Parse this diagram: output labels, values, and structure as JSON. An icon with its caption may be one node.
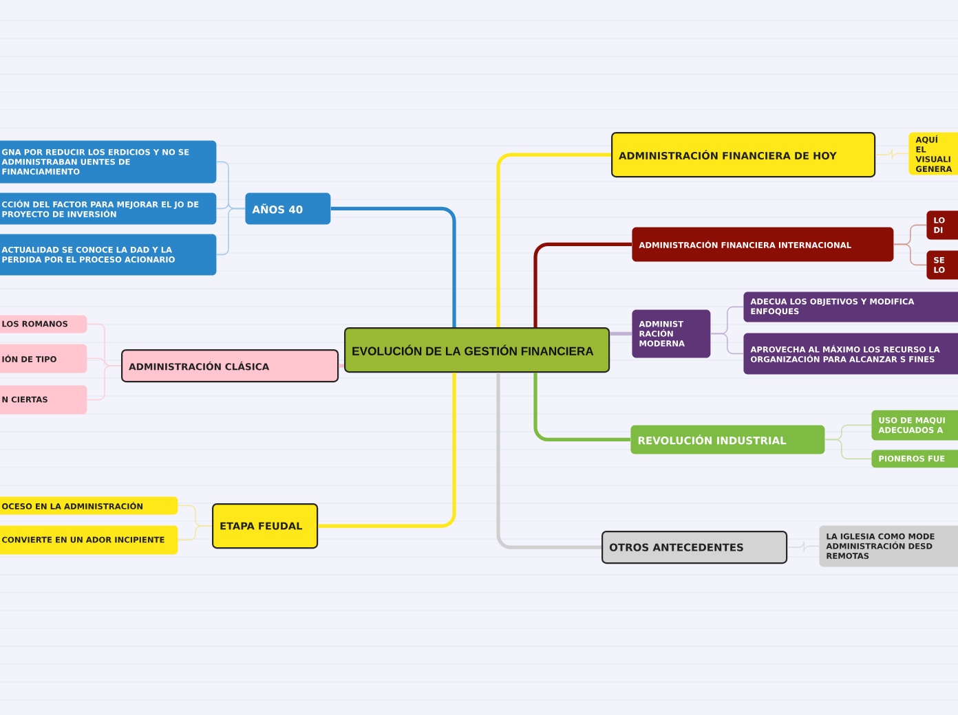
{
  "diagram": {
    "nodes": [
      {
        "text": [
          "EVOLUCIÓN DE LA GESTIÓN FINANCIERA"
        ]
      },
      {
        "text": [
          "AÑOS 40"
        ]
      },
      {
        "text": [
          "GNA POR REDUCIR LOS ERDICIOS Y NO SE ADMINISTRABAN UENTES DE FINANCIAMIENTO"
        ]
      },
      {
        "text": [
          "CCIÓN DEL FACTOR PARA MEJORAR EL JO DE PROYECTO DE INVERSIÓN"
        ]
      },
      {
        "text": [
          "ACTUALIDAD SE CONOCE LA DAD Y LA PERDIDA POR EL PROCESO ACIONARIO"
        ]
      },
      {
        "text": [
          "ADMINISTRACIÓN CLÁSICA"
        ]
      },
      {
        "text": [
          "LOS ROMANOS"
        ]
      },
      {
        "text": [
          "IÓN DE TIPO"
        ]
      },
      {
        "text": [
          "N CIERTAS"
        ]
      },
      {
        "text": [
          "ETAPA FEUDAL"
        ]
      },
      {
        "text": [
          "OCESO EN LA ADMINISTRACIÓN"
        ]
      },
      {
        "text": [
          "CONVIERTE EN UN ADOR INCIPIENTE"
        ]
      },
      {
        "text": [
          "ADMINISTRACIÓN FINANCIERA DE HOY"
        ]
      },
      {
        "text": [
          "AQUÍ EL VISUALI GENERA"
        ]
      },
      {
        "text": [
          "ADMINISTRACIÓN FINANCIERA INTERNACIONAL"
        ]
      },
      {
        "text": [
          "LO DI"
        ]
      },
      {
        "text": [
          "SE LO"
        ]
      },
      {
        "text": [
          "ADMINIST RACIÓN MODERNA"
        ]
      },
      {
        "text": [
          "ADECUA LOS OBJETIVOS Y MODIFICA ENFOQUES"
        ]
      },
      {
        "text": [
          "APROVECHA AL MÁXIMO LOS RECURSO LA ORGANIZACIÓN PARA ALCANZAR S FINES"
        ]
      },
      {
        "text": [
          "REVOLUCIÓN INDUSTRIAL"
        ]
      },
      {
        "text": [
          "USO DE MAQUI ADECUADOS A"
        ]
      },
      {
        "text": [
          "PIONEROS FUE"
        ]
      },
      {
        "text": [
          "OTROS ANTECEDENTES"
        ]
      },
      {
        "text": [
          "LA IGLESIA COMO MODE ADMINISTRACIÓN DESD REMOTAS"
        ]
      }
    ],
    "edges": [
      {
        "from": 0,
        "to": 1,
        "arrow": "none",
        "style": "thick",
        "color": "#2a86c8"
      },
      {
        "from": 1,
        "to": 2,
        "arrow": "none",
        "color": "#a9cbe8"
      },
      {
        "from": 1,
        "to": 3,
        "arrow": "none",
        "color": "#a9cbe8"
      },
      {
        "from": 1,
        "to": 4,
        "arrow": "none",
        "color": "#a9cbe8"
      },
      {
        "from": 0,
        "to": 5,
        "arrow": "none",
        "style": "thick",
        "color": "#f7bfcc"
      },
      {
        "from": 5,
        "to": 6,
        "arrow": "none",
        "color": "#f9d2dc"
      },
      {
        "from": 5,
        "to": 7,
        "arrow": "none",
        "color": "#f9d2dc"
      },
      {
        "from": 5,
        "to": 8,
        "arrow": "none",
        "color": "#f9d2dc"
      },
      {
        "from": 0,
        "to": 9,
        "arrow": "none",
        "style": "thick",
        "color": "#ffe81a"
      },
      {
        "from": 9,
        "to": 10,
        "arrow": "none",
        "color": "#f3e8a4"
      },
      {
        "from": 9,
        "to": 11,
        "arrow": "none",
        "color": "#f3e8a4"
      },
      {
        "from": 0,
        "to": 12,
        "arrow": "none",
        "style": "thick",
        "color": "#ffe81a"
      },
      {
        "from": 12,
        "to": 13,
        "arrow": "none",
        "color": "#f3e8a4"
      },
      {
        "from": 0,
        "to": 14,
        "arrow": "none",
        "style": "thick",
        "color": "#8b0e04"
      },
      {
        "from": 14,
        "to": 15,
        "arrow": "none",
        "color": "#d09a96"
      },
      {
        "from": 14,
        "to": 16,
        "arrow": "none",
        "color": "#d09a96"
      },
      {
        "from": 0,
        "to": 17,
        "arrow": "none",
        "style": "thick",
        "color": "#c2b2d4"
      },
      {
        "from": 17,
        "to": 18,
        "arrow": "none",
        "color": "#c2b2d4"
      },
      {
        "from": 17,
        "to": 19,
        "arrow": "none",
        "color": "#c2b2d4"
      },
      {
        "from": 0,
        "to": 20,
        "arrow": "none",
        "style": "thick",
        "color": "#7dbb42"
      },
      {
        "from": 20,
        "to": 21,
        "arrow": "none",
        "color": "#c5e0aa"
      },
      {
        "from": 20,
        "to": 22,
        "arrow": "none",
        "color": "#c5e0aa"
      },
      {
        "from": 0,
        "to": 23,
        "arrow": "none",
        "style": "thick",
        "color": "#cfcfcf"
      },
      {
        "from": 23,
        "to": 24,
        "arrow": "none",
        "color": "#dddddd"
      }
    ]
  }
}
